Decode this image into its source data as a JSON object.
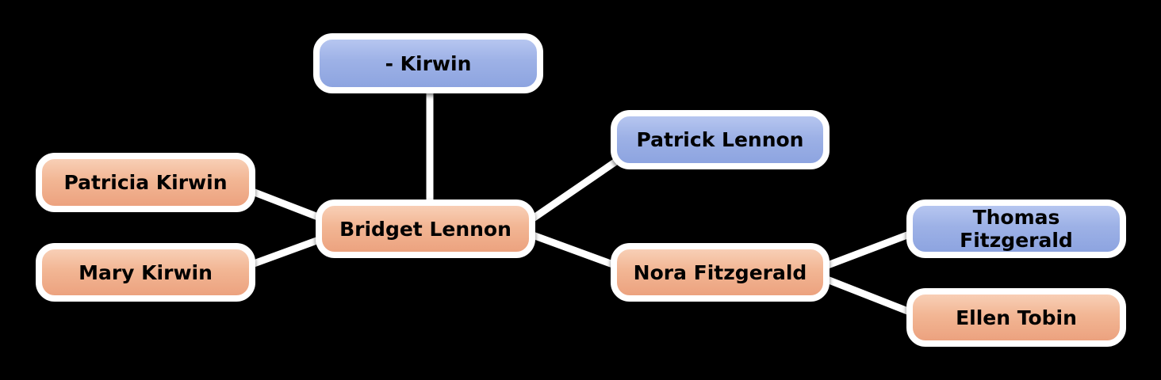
{
  "diagram": {
    "type": "family-tree",
    "background": "#000000",
    "edge_color": "#ffffff",
    "node_text_color": "#000000",
    "node_styles": {
      "blue": {
        "top": "#b6c6f0",
        "bottom": "#8da4e0",
        "border": "#ffffff"
      },
      "salmon": {
        "top": "#f8cfb6",
        "bottom": "#eca27f",
        "border": "#ffffff"
      }
    },
    "nodes": [
      {
        "id": "kirwin",
        "label": "- Kirwin",
        "style": "blue"
      },
      {
        "id": "patricia-kirwin",
        "label": "Patricia Kirwin",
        "style": "salmon"
      },
      {
        "id": "mary-kirwin",
        "label": "Mary Kirwin",
        "style": "salmon"
      },
      {
        "id": "bridget-lennon",
        "label": "Bridget Lennon",
        "style": "salmon"
      },
      {
        "id": "patrick-lennon",
        "label": "Patrick Lennon",
        "style": "blue"
      },
      {
        "id": "nora-fitzgerald",
        "label": "Nora Fitzgerald",
        "style": "salmon"
      },
      {
        "id": "thomas-fitzgerald",
        "label": "Thomas Fitzgerald",
        "style": "blue"
      },
      {
        "id": "ellen-tobin",
        "label": "Ellen Tobin",
        "style": "salmon"
      }
    ],
    "edges": [
      {
        "from": "kirwin",
        "to": "bridget-lennon"
      },
      {
        "from": "patricia-kirwin",
        "to": "bridget-lennon"
      },
      {
        "from": "mary-kirwin",
        "to": "bridget-lennon"
      },
      {
        "from": "bridget-lennon",
        "to": "patrick-lennon"
      },
      {
        "from": "bridget-lennon",
        "to": "nora-fitzgerald"
      },
      {
        "from": "nora-fitzgerald",
        "to": "thomas-fitzgerald"
      },
      {
        "from": "nora-fitzgerald",
        "to": "ellen-tobin"
      }
    ]
  }
}
